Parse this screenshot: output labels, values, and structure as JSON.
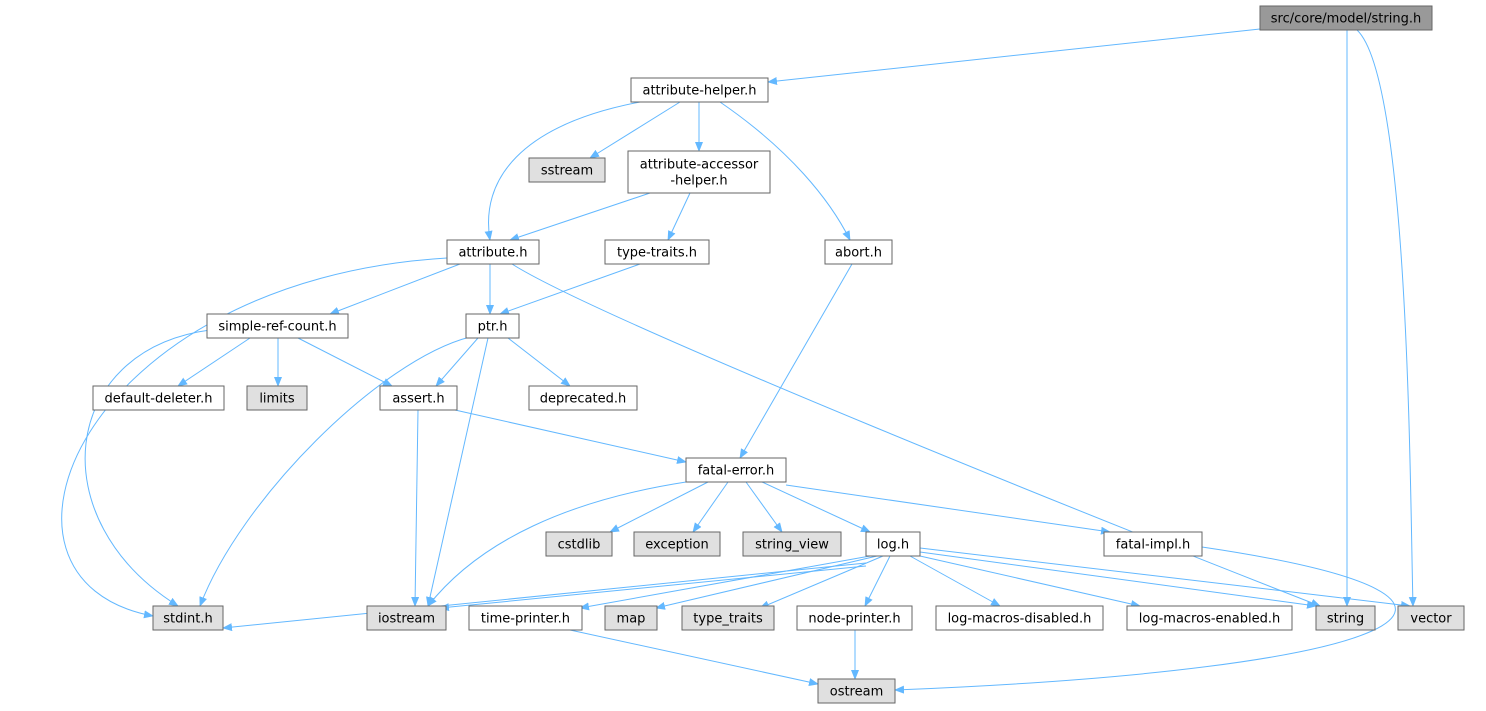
{
  "colors": {
    "edge": "#63b8ff",
    "root_fill": "#999999",
    "project_fill": "#ffffff",
    "system_fill": "#e0e0e0",
    "border": "#666666"
  },
  "nodes": [
    {
      "id": "string_h_root",
      "lines": [
        "src/core/model/string.h"
      ],
      "kind": "root"
    },
    {
      "id": "attribute_helper",
      "lines": [
        "attribute-helper.h"
      ],
      "kind": "project"
    },
    {
      "id": "sstream",
      "lines": [
        "sstream"
      ],
      "kind": "system"
    },
    {
      "id": "attribute_accessor_helper",
      "lines": [
        "attribute-accessor",
        "-helper.h"
      ],
      "kind": "project"
    },
    {
      "id": "attribute",
      "lines": [
        "attribute.h"
      ],
      "kind": "project"
    },
    {
      "id": "type_traits_h",
      "lines": [
        "type-traits.h"
      ],
      "kind": "project"
    },
    {
      "id": "abort",
      "lines": [
        "abort.h"
      ],
      "kind": "project"
    },
    {
      "id": "simple_ref_count",
      "lines": [
        "simple-ref-count.h"
      ],
      "kind": "project"
    },
    {
      "id": "ptr",
      "lines": [
        "ptr.h"
      ],
      "kind": "project"
    },
    {
      "id": "default_deleter",
      "lines": [
        "default-deleter.h"
      ],
      "kind": "project"
    },
    {
      "id": "limits",
      "lines": [
        "limits"
      ],
      "kind": "system"
    },
    {
      "id": "assert",
      "lines": [
        "assert.h"
      ],
      "kind": "project"
    },
    {
      "id": "deprecated",
      "lines": [
        "deprecated.h"
      ],
      "kind": "project"
    },
    {
      "id": "fatal_error",
      "lines": [
        "fatal-error.h"
      ],
      "kind": "project"
    },
    {
      "id": "cstdlib",
      "lines": [
        "cstdlib"
      ],
      "kind": "system"
    },
    {
      "id": "exception",
      "lines": [
        "exception"
      ],
      "kind": "system"
    },
    {
      "id": "string_view",
      "lines": [
        "string_view"
      ],
      "kind": "system"
    },
    {
      "id": "log",
      "lines": [
        "log.h"
      ],
      "kind": "project"
    },
    {
      "id": "fatal_impl",
      "lines": [
        "fatal-impl.h"
      ],
      "kind": "project"
    },
    {
      "id": "stdint",
      "lines": [
        "stdint.h"
      ],
      "kind": "system"
    },
    {
      "id": "iostream",
      "lines": [
        "iostream"
      ],
      "kind": "system"
    },
    {
      "id": "time_printer",
      "lines": [
        "time-printer.h"
      ],
      "kind": "project"
    },
    {
      "id": "map",
      "lines": [
        "map"
      ],
      "kind": "system"
    },
    {
      "id": "type_traits",
      "lines": [
        "type_traits"
      ],
      "kind": "system"
    },
    {
      "id": "node_printer",
      "lines": [
        "node-printer.h"
      ],
      "kind": "project"
    },
    {
      "id": "log_macros_disabled",
      "lines": [
        "log-macros-disabled.h"
      ],
      "kind": "project"
    },
    {
      "id": "log_macros_enabled",
      "lines": [
        "log-macros-enabled.h"
      ],
      "kind": "project"
    },
    {
      "id": "string",
      "lines": [
        "string"
      ],
      "kind": "system"
    },
    {
      "id": "vector",
      "lines": [
        "vector"
      ],
      "kind": "system"
    },
    {
      "id": "ostream",
      "lines": [
        "ostream"
      ],
      "kind": "system"
    }
  ],
  "edges": [
    {
      "from": "string_h_root",
      "to": "attribute_helper"
    },
    {
      "from": "string_h_root",
      "to": "string"
    },
    {
      "from": "string_h_root",
      "to": "vector"
    },
    {
      "from": "attribute_helper",
      "to": "attribute"
    },
    {
      "from": "attribute_helper",
      "to": "sstream"
    },
    {
      "from": "attribute_helper",
      "to": "attribute_accessor_helper"
    },
    {
      "from": "attribute_helper",
      "to": "abort"
    },
    {
      "from": "attribute_accessor_helper",
      "to": "attribute"
    },
    {
      "from": "attribute_accessor_helper",
      "to": "type_traits_h"
    },
    {
      "from": "attribute",
      "to": "stdint"
    },
    {
      "from": "attribute",
      "to": "simple_ref_count"
    },
    {
      "from": "attribute",
      "to": "ptr"
    },
    {
      "from": "attribute",
      "to": "string"
    },
    {
      "from": "type_traits_h",
      "to": "ptr"
    },
    {
      "from": "abort",
      "to": "fatal_error"
    },
    {
      "from": "simple_ref_count",
      "to": "stdint"
    },
    {
      "from": "simple_ref_count",
      "to": "default_deleter"
    },
    {
      "from": "simple_ref_count",
      "to": "limits"
    },
    {
      "from": "simple_ref_count",
      "to": "assert"
    },
    {
      "from": "ptr",
      "to": "stdint"
    },
    {
      "from": "ptr",
      "to": "assert"
    },
    {
      "from": "ptr",
      "to": "iostream"
    },
    {
      "from": "ptr",
      "to": "deprecated"
    },
    {
      "from": "assert",
      "to": "iostream"
    },
    {
      "from": "assert",
      "to": "fatal_error"
    },
    {
      "from": "fatal_error",
      "to": "iostream"
    },
    {
      "from": "fatal_error",
      "to": "cstdlib"
    },
    {
      "from": "fatal_error",
      "to": "exception"
    },
    {
      "from": "fatal_error",
      "to": "string_view"
    },
    {
      "from": "fatal_error",
      "to": "log"
    },
    {
      "from": "fatal_error",
      "to": "fatal_impl"
    },
    {
      "from": "fatal_impl",
      "to": "ostream"
    },
    {
      "from": "log",
      "to": "stdint"
    },
    {
      "from": "log",
      "to": "iostream"
    },
    {
      "from": "log",
      "to": "time_printer"
    },
    {
      "from": "log",
      "to": "map"
    },
    {
      "from": "log",
      "to": "type_traits"
    },
    {
      "from": "log",
      "to": "node_printer"
    },
    {
      "from": "log",
      "to": "log_macros_disabled"
    },
    {
      "from": "log",
      "to": "log_macros_enabled"
    },
    {
      "from": "log",
      "to": "string"
    },
    {
      "from": "log",
      "to": "vector"
    },
    {
      "from": "time_printer",
      "to": "ostream"
    },
    {
      "from": "node_printer",
      "to": "ostream"
    }
  ]
}
